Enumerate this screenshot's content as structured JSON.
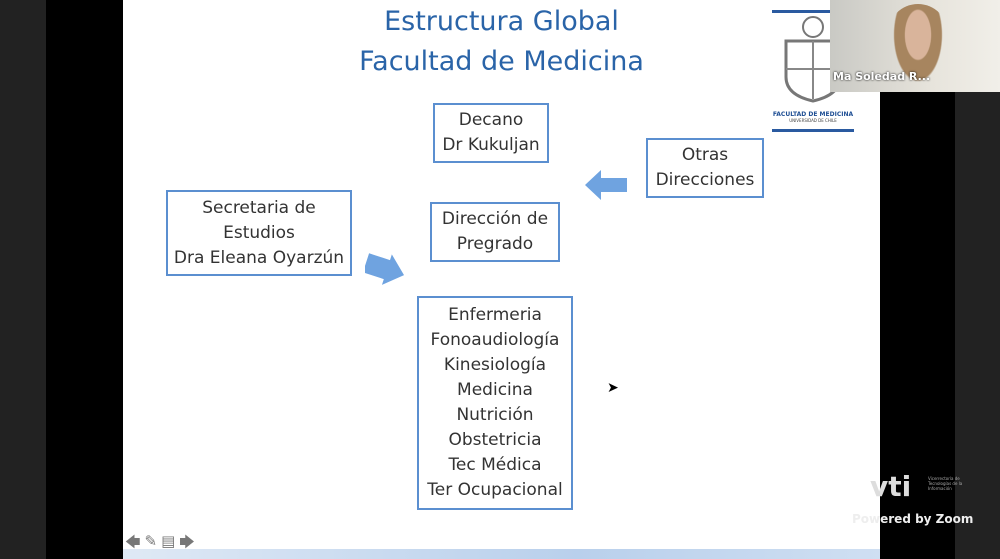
{
  "slide": {
    "title_line1": "Estructura Global",
    "title_line2": "Facultad de Medicina",
    "decano": [
      "Decano",
      "Dr Kukuljan"
    ],
    "otras": [
      "Otras",
      "Direcciones"
    ],
    "secretaria": [
      "Secretaria de",
      "Estudios",
      "Dra Eleana Oyarzún"
    ],
    "direccion": [
      "Dirección de",
      "Pregrado"
    ],
    "carreras": [
      "Enfermeria",
      "Fonoaudiología",
      "Kinesiología",
      "Medicina",
      "Nutrición",
      "Obstetricia",
      "Tec Médica",
      "Ter Ocupacional"
    ],
    "logo_line1": "FACULTAD DE MEDICINA",
    "logo_line2": "UNIVERSIDAD DE CHILE"
  },
  "video": {
    "participant_name": "Ma Soledad R..."
  },
  "branding": {
    "vti": "vti",
    "vti_sub": "Vicerrectoría de Tecnologías de la Información",
    "powered": "Powered by Zoom"
  },
  "colors": {
    "title": "#2a64a8",
    "box_border": "#5b8fd0",
    "arrow": "#6fa3e0"
  }
}
